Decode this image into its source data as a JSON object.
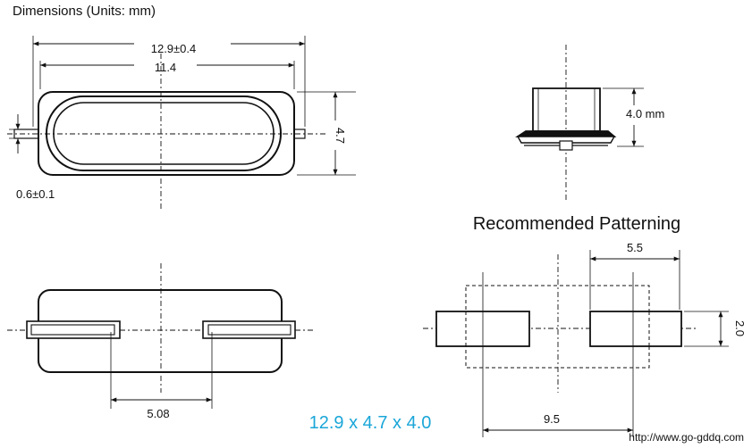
{
  "title": "Dimensions (Units: mm)",
  "section_title": "Recommended Patterning",
  "headline": "12.9 x 4.7 x 4.0",
  "website": "http://www.go-gddq.com",
  "colors": {
    "line": "#111111",
    "headline": "#1aa6d8",
    "background": "#ffffff"
  },
  "top_view": {
    "overall_length": "12.9±0.4",
    "body_length": "11.4",
    "height": "4.7",
    "lead_diameter": "0.6±0.1"
  },
  "side_view": {
    "height": "4.0 mm"
  },
  "bottom_view": {
    "pad_pitch": "5.08"
  },
  "pattern": {
    "pad_length": "5.5",
    "pad_height": "2.0",
    "pad_span": "9.5"
  }
}
